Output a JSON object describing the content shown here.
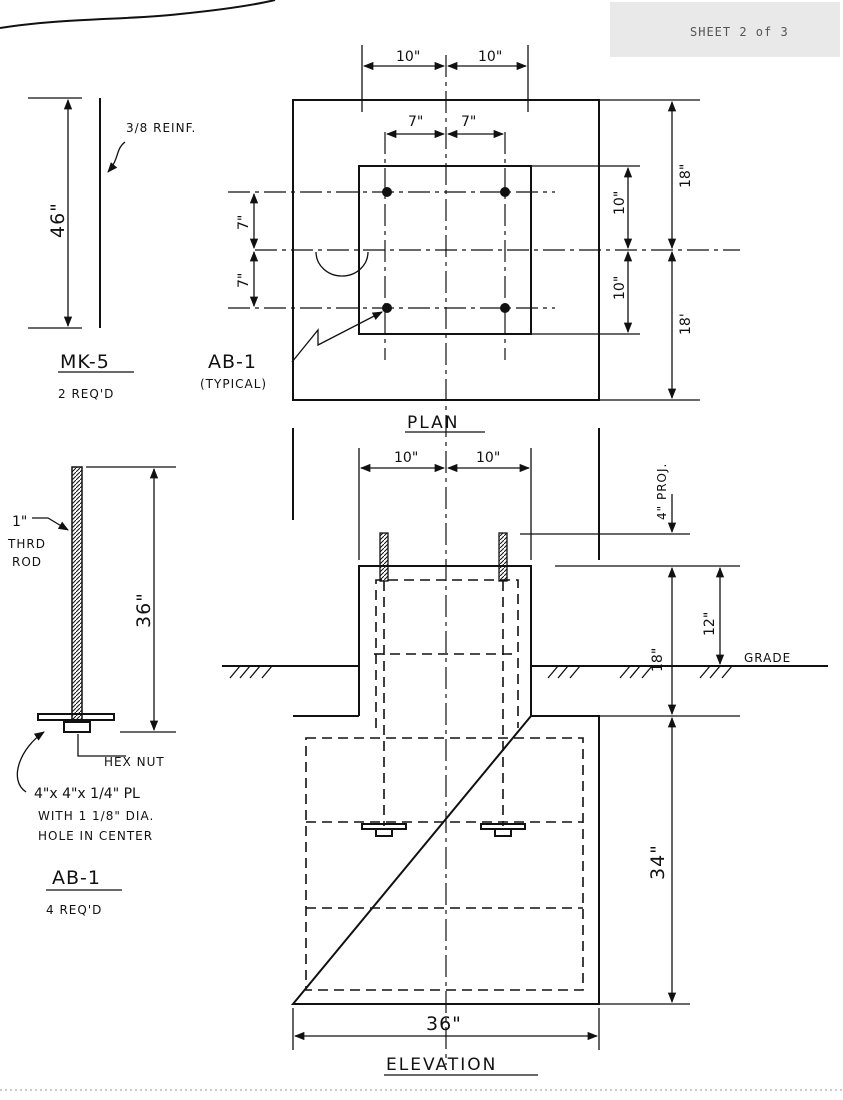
{
  "stamp": "SHEET 2 of 3",
  "plan": {
    "title": "PLAN",
    "dims": {
      "top_left": "10\"",
      "top_right": "10\"",
      "bolt_left": "7\"",
      "bolt_right": "7\"",
      "side_top": "7\"",
      "side_bottom": "7\"",
      "inner_top": "10\"",
      "inner_bottom": "10\"",
      "outer_top": "18\"",
      "outer_bottom": "18'"
    },
    "callout": "AB-1",
    "callout_note": "(TYPICAL)"
  },
  "mk5": {
    "reinf": "3/8 REINF.",
    "length": "46\"",
    "mark": "MK-5",
    "qty": "2 REQ'D"
  },
  "ab1": {
    "rod_size": "1\"",
    "rod_line1": "THRD",
    "rod_line2": "ROD",
    "length": "36\"",
    "hex_nut": "HEX NUT",
    "plate_line1": "4\"x 4\"x 1/4\" PL",
    "plate_line2": "WITH 1 1/8\" DIA.",
    "plate_line3": "HOLE IN CENTER",
    "mark": "AB-1",
    "qty": "4 REQ'D"
  },
  "elevation": {
    "title": "ELEVATION",
    "dims": {
      "top_left": "10\"",
      "top_right": "10\"",
      "proj": "4\" PROJ.",
      "pier": "18\"",
      "above_grade": "12\"",
      "footing_depth": "34\"",
      "footing_width": "36\""
    },
    "grade": "GRADE"
  }
}
